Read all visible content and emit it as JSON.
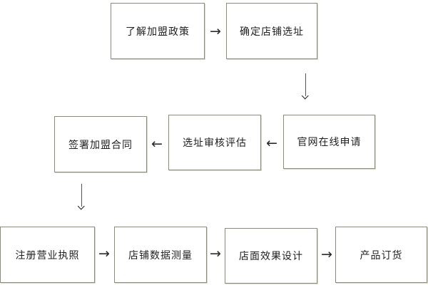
{
  "flowchart": {
    "nodes": [
      {
        "label": "了解加盟政策"
      },
      {
        "label": "确定店铺选址"
      },
      {
        "label": "官网在线申请"
      },
      {
        "label": "选址审核评估"
      },
      {
        "label": "签署加盟合同"
      },
      {
        "label": "注册营业执照"
      },
      {
        "label": "店铺数据测量"
      },
      {
        "label": "店面效果设计"
      },
      {
        "label": "产品订货"
      }
    ],
    "glyphs": {
      "arrow_right": "→",
      "arrow_left": "←"
    },
    "colors": {
      "background": "#ffffff",
      "box_border": "#8c8c7a",
      "text": "#1f1f1f",
      "arrow": "#2b2b2b"
    }
  }
}
